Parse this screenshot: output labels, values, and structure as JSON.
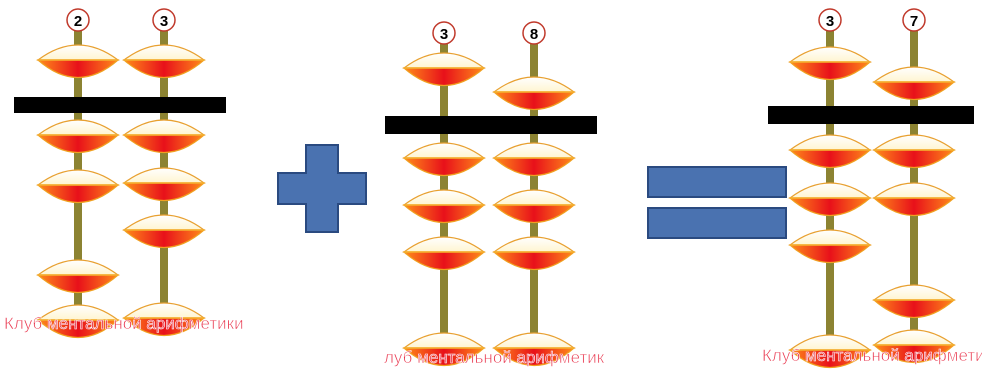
{
  "abacuses": [
    {
      "rod_labels": [
        "2",
        "3"
      ],
      "watermark": "Клуб ментальной арифметики"
    },
    {
      "rod_labels": [
        "3",
        "8"
      ],
      "watermark": "луб ментальной арифметик"
    },
    {
      "rod_labels": [
        "3",
        "7"
      ],
      "watermark": "Клуб ментальной арифметик"
    }
  ],
  "operators": [
    "plus",
    "equals"
  ],
  "colors": {
    "beam": "#000000",
    "rod": "#8c8332",
    "bead_outer": "#f7a31e",
    "bead_fill_dark": "#e8101a",
    "bead_fill_light": "#ff9a1a",
    "bead_cap": "#fffde8",
    "operator_fill": "#4a72b0",
    "operator_stroke": "#2a4a80",
    "watermark": "#e8324a"
  }
}
